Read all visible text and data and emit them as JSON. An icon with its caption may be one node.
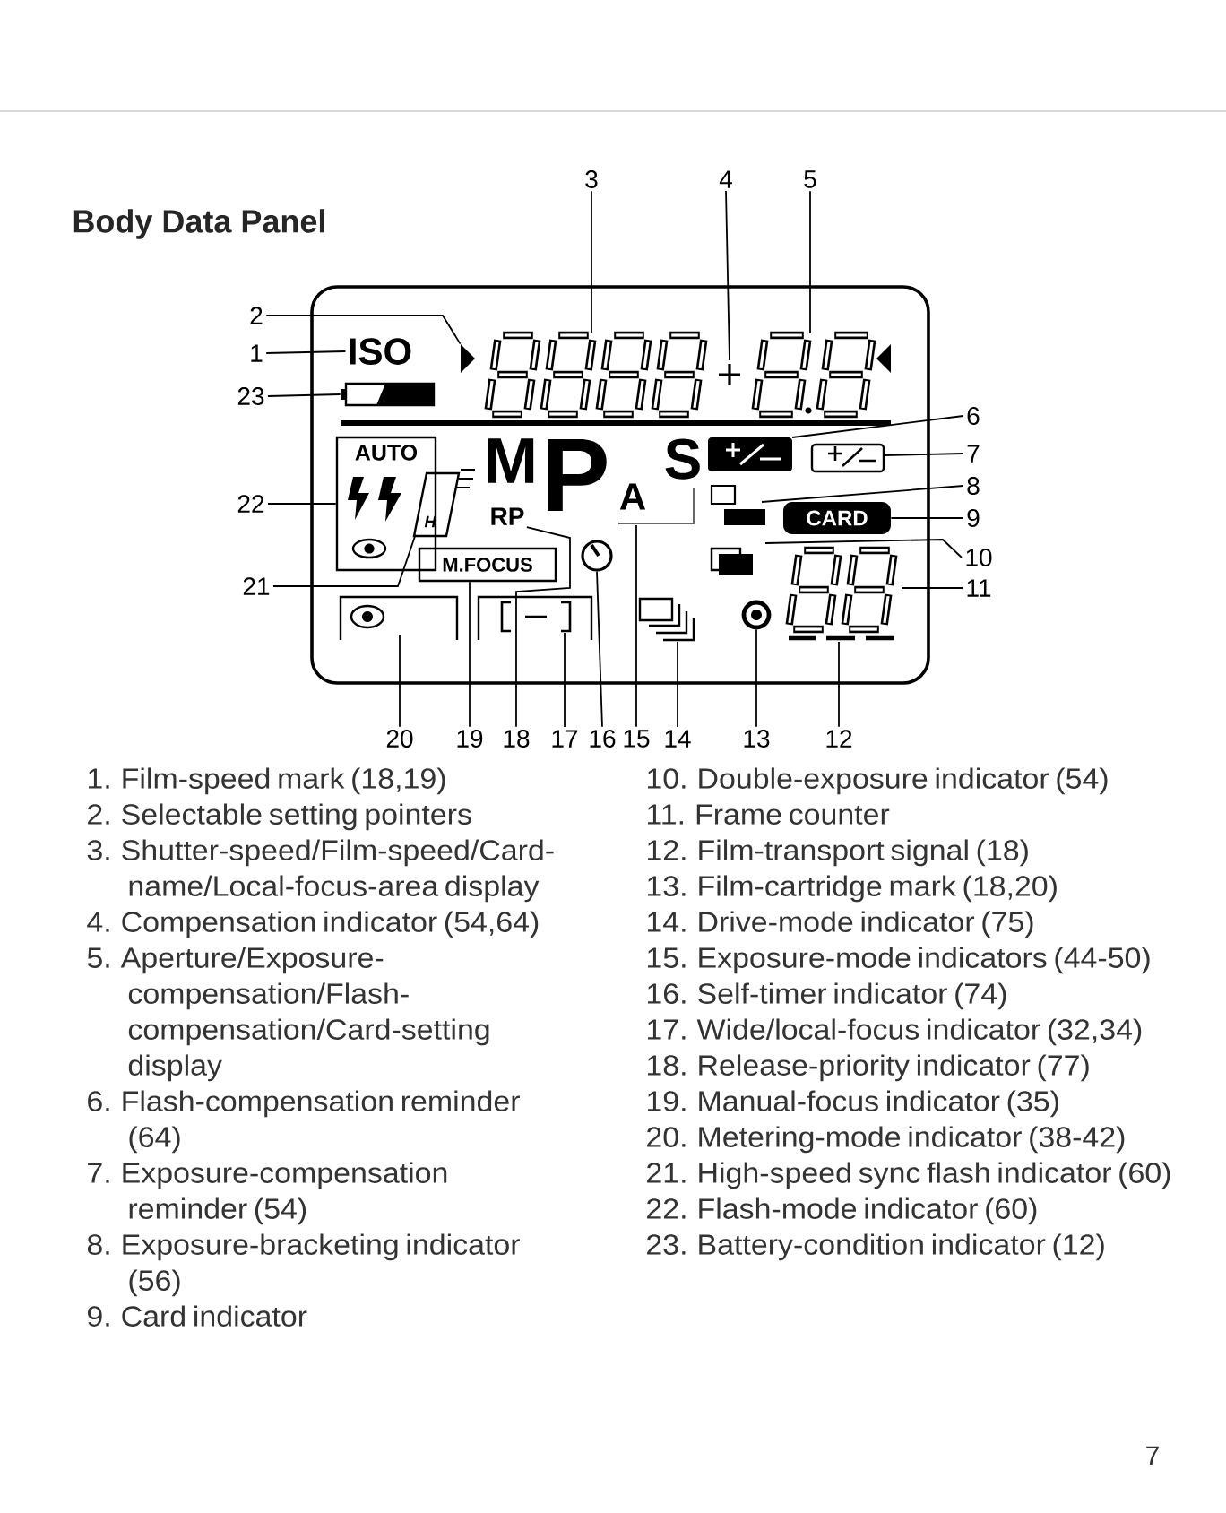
{
  "diagram": {
    "title": "Body Data Panel",
    "nodes": [
      {
        "text": [
          "1"
        ]
      },
      {
        "text": [
          "2"
        ]
      },
      {
        "text": [
          "3"
        ]
      },
      {
        "text": [
          "4"
        ]
      },
      {
        "text": [
          "5"
        ]
      },
      {
        "text": [
          "6"
        ]
      },
      {
        "text": [
          "7"
        ]
      },
      {
        "text": [
          "8"
        ]
      },
      {
        "text": [
          "9"
        ]
      },
      {
        "text": [
          "10"
        ]
      },
      {
        "text": [
          "11"
        ]
      },
      {
        "text": [
          "12"
        ]
      },
      {
        "text": [
          "13"
        ]
      },
      {
        "text": [
          "14"
        ]
      },
      {
        "text": [
          "15"
        ]
      },
      {
        "text": [
          "16"
        ]
      },
      {
        "text": [
          "17"
        ]
      },
      {
        "text": [
          "18"
        ]
      },
      {
        "text": [
          "19"
        ]
      },
      {
        "text": [
          "20"
        ]
      },
      {
        "text": [
          "21"
        ]
      },
      {
        "text": [
          "22"
        ]
      },
      {
        "text": [
          "23"
        ]
      },
      {
        "text": [
          "ISO"
        ]
      },
      {
        "text": [],
        "shape": "triangle"
      },
      {
        "text": [
          "AUTO"
        ]
      },
      {
        "text": [
          "H"
        ]
      },
      {
        "text": [
          "RP"
        ]
      },
      {
        "text": [
          "M.FOCUS"
        ]
      },
      {
        "text": [],
        "shape": "circle"
      },
      {
        "text": [
          "CARD"
        ]
      },
      {
        "text": [],
        "shape": "circle"
      },
      {
        "text": [],
        "shape": "battery"
      }
    ],
    "edges": [
      {
        "from": 0,
        "to": 23,
        "arrow": "none"
      },
      {
        "from": 1,
        "to": 24,
        "arrow": "none"
      },
      {
        "from": 2,
        "to": null,
        "arrow": "none"
      },
      {
        "from": 3,
        "to": null,
        "arrow": "none"
      },
      {
        "from": 4,
        "to": null,
        "arrow": "none"
      },
      {
        "from": 5,
        "to": null,
        "arrow": "none"
      },
      {
        "from": 6,
        "to": null,
        "arrow": "none"
      },
      {
        "from": 7,
        "to": null,
        "arrow": "none"
      },
      {
        "from": 8,
        "to": 30,
        "arrow": "none"
      },
      {
        "from": 9,
        "to": null,
        "arrow": "none"
      },
      {
        "from": 10,
        "to": null,
        "arrow": "none"
      },
      {
        "from": 11,
        "to": null,
        "arrow": "none"
      },
      {
        "from": 12,
        "to": 31,
        "arrow": "none"
      },
      {
        "from": 13,
        "to": null,
        "arrow": "none"
      },
      {
        "from": 14,
        "to": null,
        "arrow": "none"
      },
      {
        "from": 15,
        "to": 29,
        "arrow": "none"
      },
      {
        "from": 16,
        "to": null,
        "arrow": "none"
      },
      {
        "from": 17,
        "to": 27,
        "arrow": "none"
      },
      {
        "from": 18,
        "to": 28,
        "arrow": "none"
      },
      {
        "from": 19,
        "to": null,
        "arrow": "none"
      },
      {
        "from": 20,
        "to": 26,
        "arrow": "none"
      },
      {
        "from": 21,
        "to": 25,
        "arrow": "none"
      },
      {
        "from": 22,
        "to": 32,
        "arrow": "none"
      }
    ],
    "labels": [
      "M",
      "P",
      "A",
      "S",
      "1. Film-speed mark (18,19)",
      "2. Selectable setting pointers",
      "3. Shutter-speed/Film-speed/Card-name/Local-focus-area display",
      "4. Compensation indicator (54,64)",
      "5. Aperture/Exposure-compensation/Flash-compensation/Card-setting display",
      "6. Flash-compensation reminder (64)",
      "7. Exposure-compensation reminder (54)",
      "8. Exposure-bracketing indicator (56)",
      "9. Card indicator",
      "10. Double-exposure indicator (54)",
      "11. Frame counter",
      "12. Film-transport signal (18)",
      "13. Film-cartridge mark (18,20)",
      "14. Drive-mode indicator (75)",
      "15. Exposure-mode indicators (44-50)",
      "16. Self-timer indicator (74)",
      "17. Wide/local-focus indicator (32,34)",
      "18. Release-priority indicator (77)",
      "19. Manual-focus indicator (35)",
      "20. Metering-mode indicator (38-42)",
      "21. High-speed sync flash indicator (60)",
      "22. Flash-mode indicator (60)",
      "23. Battery-condition indicator (12)",
      "7"
    ]
  }
}
